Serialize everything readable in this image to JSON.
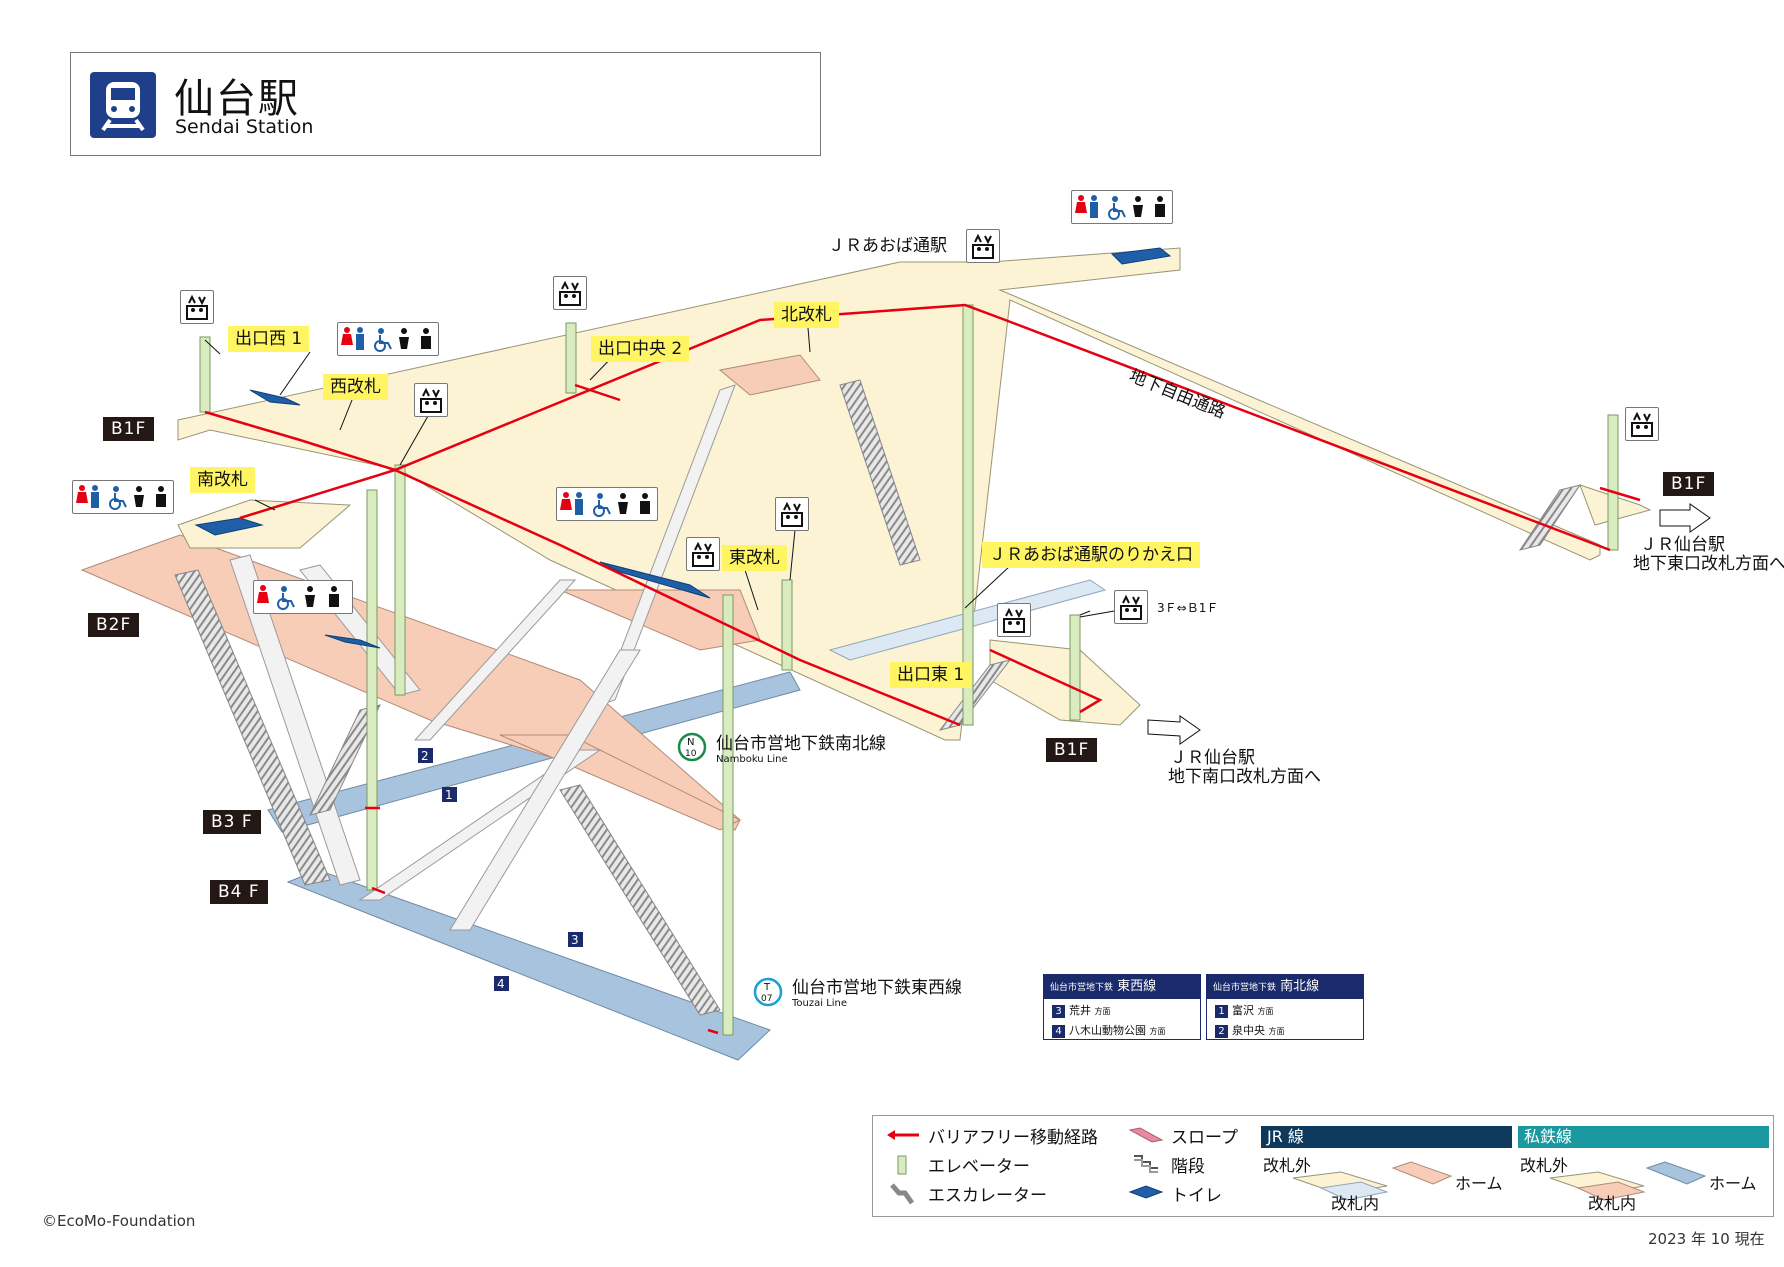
{
  "station": {
    "name_ja": "仙台駅",
    "name_en": "Sendai Station"
  },
  "floors": {
    "b1f_west": "B1F",
    "b2f": "B2F",
    "b3f": "B3 F",
    "b4f": "B4 F",
    "b1f_east_lower": "B1F",
    "b1f_east_far": "B1F"
  },
  "gates": {
    "exit_west_1": "出口西 1",
    "west_gate": "西改札",
    "south_gate": "南改札",
    "exit_central_2": "出口中央 2",
    "north_gate": "北改札",
    "east_gate": "東改札",
    "jr_aoba_transfer": "ＪＲあおば通駅のりかえ口",
    "exit_east_1": "出口東 1"
  },
  "labels": {
    "jr_aoba_station": "ＪＲあおば通駅",
    "underground_passage": "地下自由通路",
    "jr_sendai_east_1": "ＪＲ仙台駅",
    "jr_sendai_east_2": "地下東口改札方面へ",
    "jr_sendai_south_1": "ＪＲ仙台駅",
    "jr_sendai_south_2": "地下南口改札方面へ",
    "elevator_range": "3Ｆ⇔Ｂ1Ｆ"
  },
  "lines": {
    "namboku": {
      "code_letter": "N",
      "code_num": "10",
      "name_ja": "仙台市営地下鉄南北線",
      "name_en": "Namboku Line",
      "color": "#1b8a4a"
    },
    "touzai": {
      "code_letter": "T",
      "code_num": "07",
      "name_ja": "仙台市営地下鉄東西線",
      "name_en": "Touzai Line",
      "color": "#1aa0d8"
    }
  },
  "platform_numbers": {
    "p1": "1",
    "p2": "2",
    "p3": "3",
    "p4": "4"
  },
  "directions": {
    "touzai": {
      "operator": "仙台市営地下鉄",
      "line": "東西線",
      "rows": [
        {
          "num": "3",
          "dest": "荒井",
          "suffix": "方面"
        },
        {
          "num": "4",
          "dest": "八木山動物公園",
          "suffix": "方面"
        }
      ]
    },
    "namboku": {
      "operator": "仙台市営地下鉄",
      "line": "南北線",
      "rows": [
        {
          "num": "1",
          "dest": "富沢",
          "suffix": "方面"
        },
        {
          "num": "2",
          "dest": "泉中央",
          "suffix": "方面"
        }
      ]
    }
  },
  "legend": {
    "barrier_free": "バリアフリー移動経路",
    "elevator": "エレベーター",
    "escalator": "エスカレーター",
    "slope": "スロープ",
    "stairs": "階段",
    "toilet": "トイレ",
    "jr_lines": "JR 線",
    "private_lines": "私鉄線",
    "outside_gate": "改札外",
    "inside_gate": "改札内",
    "platform": "ホーム"
  },
  "colors": {
    "jr_header": "#0d3a5c",
    "private_header": "#1a9aa0",
    "concourse_cream": "#fbf3d4",
    "concourse_pink": "#f7cdb8",
    "platform_blue": "#a8c3dd",
    "barrier_free_red": "#e60012",
    "toilet_blue": "#1f5fa8",
    "elevator_green": "#d8ecc0"
  },
  "icons": [
    "train-icon",
    "toilet-icon",
    "elevator-icon",
    "accessible-icon",
    "baby-icon",
    "arrow-icon"
  ],
  "footer": {
    "copyright": "©EcoMo-Foundation",
    "date": "2023 年 10 現在"
  }
}
